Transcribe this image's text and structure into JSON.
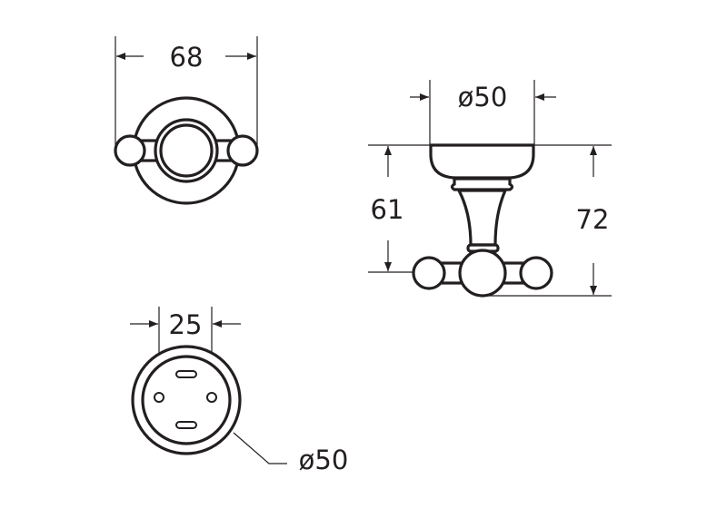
{
  "drawing": {
    "front_view": {
      "width_label": "68"
    },
    "side_view": {
      "diameter_label": "ø50",
      "height_label_a": "61",
      "height_label_b": "72"
    },
    "base_view": {
      "hole_spacing_label": "25",
      "diameter_label": "ø50"
    },
    "line_color": "#231f20"
  }
}
